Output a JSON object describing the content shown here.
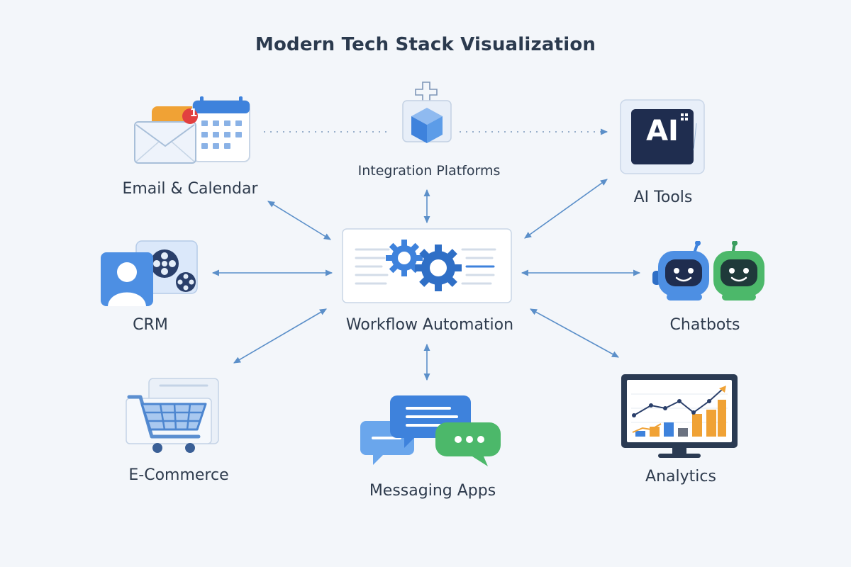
{
  "title": "Modern Tech Stack Visualization",
  "hub": {
    "label": "Workflow Automation",
    "icon": "gears-icon"
  },
  "nodes": {
    "email_calendar": {
      "label": "Email & Calendar",
      "badge": "1",
      "icon": "email-calendar-icon"
    },
    "integration": {
      "label": "Integration Platforms",
      "icon": "cube-plus-icon"
    },
    "ai_tools": {
      "label": "AI Tools",
      "icon_text": "AI",
      "icon": "ai-chip-icon"
    },
    "crm": {
      "label": "CRM",
      "icon": "crm-user-icon"
    },
    "chatbots": {
      "label": "Chatbots",
      "icon": "robot-icon"
    },
    "ecommerce": {
      "label": "E-Commerce",
      "icon": "shopping-cart-icon"
    },
    "messaging": {
      "label": "Messaging Apps",
      "icon": "chat-bubbles-icon"
    },
    "analytics": {
      "label": "Analytics",
      "icon": "monitor-chart-icon"
    }
  },
  "colors": {
    "background": "#f3f6fa",
    "arrow": "#5b8fc9",
    "primary_blue": "#3e82dc",
    "green": "#4cb86a",
    "orange": "#f0a235",
    "navy": "#1f2d4f",
    "badge_red": "#e24040"
  }
}
